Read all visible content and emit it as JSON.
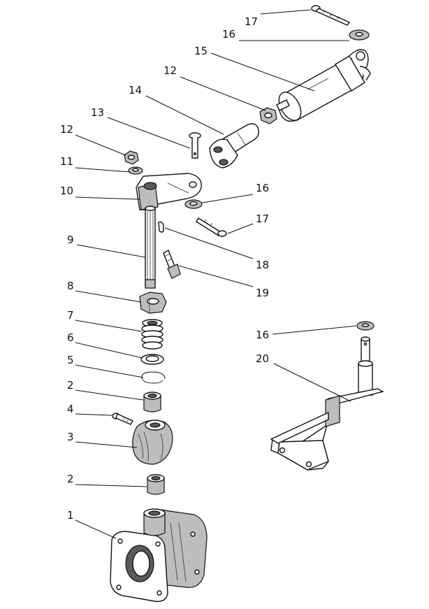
{
  "callouts": [
    {
      "id": "c17a",
      "text": "17"
    },
    {
      "id": "c16a",
      "text": "16"
    },
    {
      "id": "c15",
      "text": "15"
    },
    {
      "id": "c12a",
      "text": "12"
    },
    {
      "id": "c14",
      "text": "14"
    },
    {
      "id": "c13",
      "text": "13"
    },
    {
      "id": "c12b",
      "text": "12"
    },
    {
      "id": "c11",
      "text": "11"
    },
    {
      "id": "c10",
      "text": "10"
    },
    {
      "id": "c16b",
      "text": "16"
    },
    {
      "id": "c17b",
      "text": "17"
    },
    {
      "id": "c9",
      "text": "9"
    },
    {
      "id": "c18",
      "text": "18"
    },
    {
      "id": "c19",
      "text": "19"
    },
    {
      "id": "c8",
      "text": "8"
    },
    {
      "id": "c7",
      "text": "7"
    },
    {
      "id": "c16c",
      "text": "16"
    },
    {
      "id": "c6",
      "text": "6"
    },
    {
      "id": "c20",
      "text": "20"
    },
    {
      "id": "c5",
      "text": "5"
    },
    {
      "id": "c2a",
      "text": "2"
    },
    {
      "id": "c4",
      "text": "4"
    },
    {
      "id": "c3",
      "text": "3"
    },
    {
      "id": "c2b",
      "text": "2"
    },
    {
      "id": "c1",
      "text": "1"
    }
  ]
}
